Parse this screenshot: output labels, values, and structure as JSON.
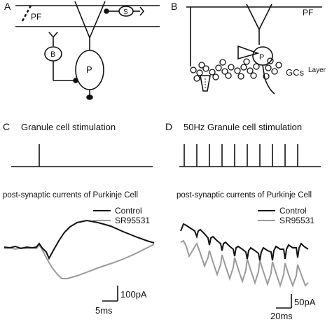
{
  "panels": {
    "a": {
      "letter": "A",
      "pf": "PF",
      "s": "S",
      "b": "B",
      "p": "P"
    },
    "b": {
      "letter": "B",
      "pf": "PF",
      "p": "P",
      "gcs": "GCs",
      "layer": "Layer"
    },
    "c": {
      "letter": "C",
      "stim_title": "Granule cell stimulation",
      "psc_title": "post-synaptic currents of Purkinje Cell",
      "legend": [
        "Control",
        "SR95531"
      ],
      "scale_y": "100pA",
      "scale_x": "5ms"
    },
    "d": {
      "letter": "D",
      "stim_title": "50Hz Granule cell stimulation",
      "psc_title": "post-synaptic currents of Purkinje Cell",
      "legend": [
        "Control",
        "SR95531"
      ],
      "scale_y": "50pA",
      "scale_x": "20ms"
    }
  },
  "colors": {
    "control": "#111111",
    "sr95531": "#9a9a9a"
  }
}
